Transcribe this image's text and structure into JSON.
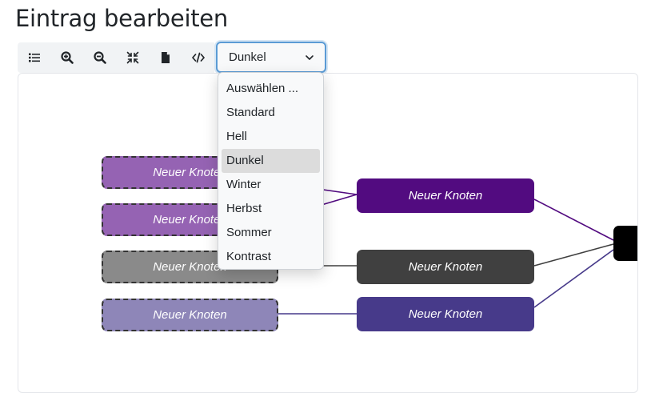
{
  "page": {
    "title": "Eintrag bearbeiten"
  },
  "toolbar": {
    "buttons": [
      {
        "name": "list-button",
        "icon": "list-icon"
      },
      {
        "name": "zoom-in-button",
        "icon": "zoom-in-icon"
      },
      {
        "name": "zoom-out-button",
        "icon": "zoom-out-icon"
      },
      {
        "name": "fit-view-button",
        "icon": "compress-arrows-icon"
      },
      {
        "name": "document-button",
        "icon": "file-icon"
      },
      {
        "name": "code-button",
        "icon": "code-icon"
      }
    ]
  },
  "theme_select": {
    "value": "Dunkel",
    "options": [
      "Auswählen ...",
      "Standard",
      "Hell",
      "Dunkel",
      "Winter",
      "Herbst",
      "Sommer",
      "Kontrast"
    ],
    "selected_index": 3
  },
  "nodes": {
    "left_1": "Neuer Knoten",
    "left_2": "Neuer Knoten",
    "left_3": "Neuer Knoten",
    "left_4": "Neuer Knoten",
    "mid_1": "Neuer Knoten",
    "mid_2": "Neuer Knoten",
    "mid_3": "Neuer Knoten"
  },
  "colors": {
    "left_1": "#9563b3",
    "left_2": "#9563b3",
    "left_3": "#8a8a8a",
    "left_4": "#8e86b8",
    "mid_1": "#520b80",
    "mid_2": "#404040",
    "mid_3": "#473a8a",
    "right": "#000000",
    "edge_purple": "#520b80",
    "edge_gray": "#404040",
    "edge_indigo": "#473a8a",
    "focus_border": "#5b9bd5"
  }
}
